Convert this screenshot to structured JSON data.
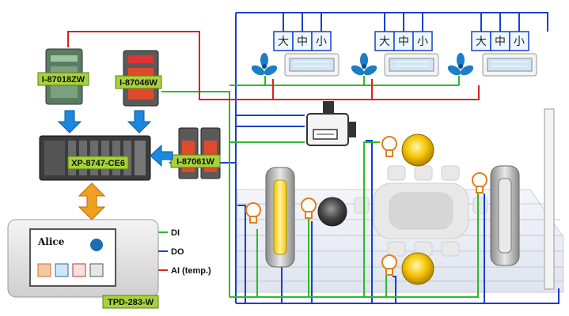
{
  "devices": {
    "module_a": "I-87018ZW",
    "module_b": "I-87046W",
    "module_c": "I-87061W",
    "controller": "XP-8747-CE6",
    "touch_panel": "TPD-283-W"
  },
  "hvac_units": [
    {
      "buttons": [
        "大",
        "中",
        "小"
      ]
    },
    {
      "buttons": [
        "大",
        "中",
        "小"
      ]
    },
    {
      "buttons": [
        "大",
        "中",
        "小"
      ]
    }
  ],
  "legend": [
    {
      "label": "DI",
      "color": "#2db92d"
    },
    {
      "label": "DO",
      "color": "#1a3fcc"
    },
    {
      "label": "AI (temp.)",
      "color": "#e02020"
    }
  ],
  "screen_brand": "Alice",
  "colors": {
    "label_bg": "#a6d23c",
    "arrow_blue": "#1b88e0",
    "arrow_orange": "#f0a020",
    "wire_red": "#e02020",
    "wire_blue": "#1a3fcc",
    "wire_green": "#2db92d"
  }
}
